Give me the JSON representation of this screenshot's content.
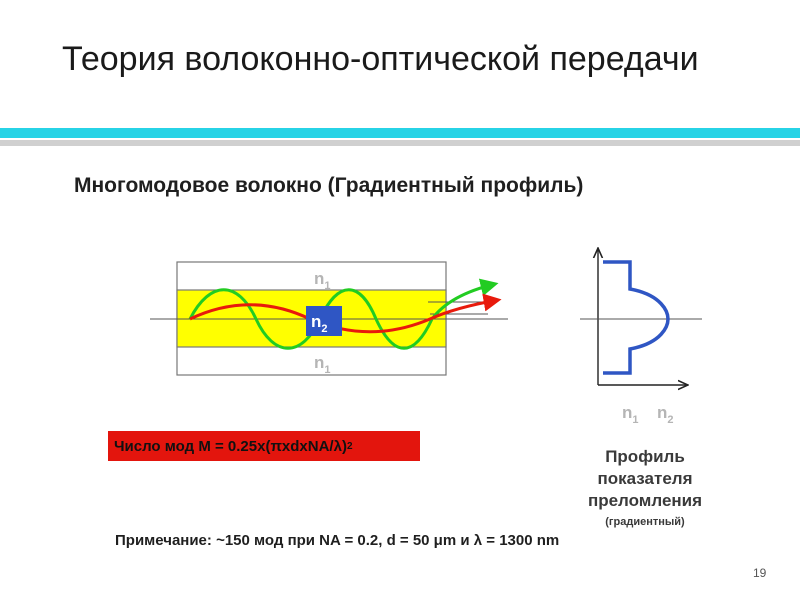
{
  "slide": {
    "title": "Теория волоконно-оптической передачи",
    "subtitle": "Многомодовое волокно  (Градиентный профиль)",
    "page_number": "19"
  },
  "fiber": {
    "cladding_top_label": "n",
    "cladding_top_sub": "1",
    "cladding_bottom_label": "n",
    "cladding_bottom_sub": "1",
    "core_label": "n",
    "core_sub": "2",
    "colors": {
      "core": "#ffff00",
      "core_label_bg": "#2f56c4",
      "ray_green": "#22cc22",
      "ray_red": "#e81a0c",
      "profile_line": "#2f56c4"
    }
  },
  "profile": {
    "n1_label": "n",
    "n1_sub": "1",
    "n2_label": "n",
    "n2_sub": "2",
    "caption_line1": "Профиль",
    "caption_line2": "показателя",
    "caption_line3": "преломления",
    "caption_sub": "(градиентный)"
  },
  "formula": {
    "text": "Число мод M = 0.25x(πxdxNA/λ)",
    "superscript": "2",
    "bg_color": "#e3150d"
  },
  "note": {
    "text": "Примечание: ~150 мод при  NA = 0.2, d = 50 μm и λ = 1300 nm"
  }
}
